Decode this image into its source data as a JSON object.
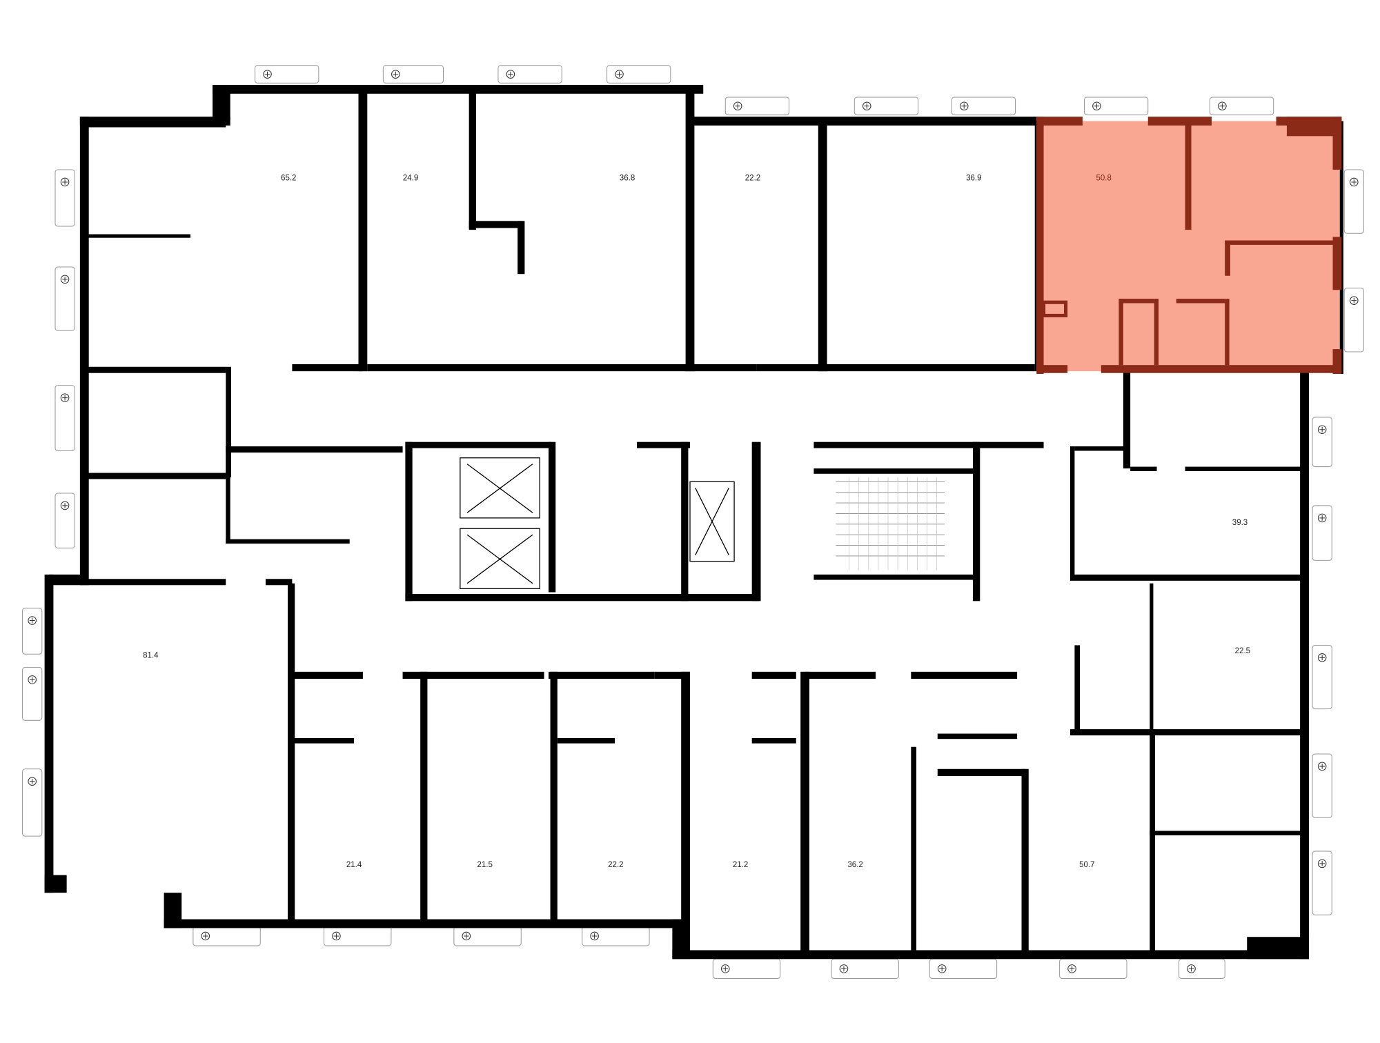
{
  "colors": {
    "highlight_fill": "#f9a793",
    "highlight_wall": "#8b2a16",
    "wall": "#000000"
  },
  "apartments": [
    {
      "id": "apt-65-2",
      "area": "65.2",
      "highlighted": false
    },
    {
      "id": "apt-24-9",
      "area": "24.9",
      "highlighted": false
    },
    {
      "id": "apt-36-8",
      "area": "36.8",
      "highlighted": false
    },
    {
      "id": "apt-22-2-top",
      "area": "22.2",
      "highlighted": false
    },
    {
      "id": "apt-36-9",
      "area": "36.9",
      "highlighted": false
    },
    {
      "id": "apt-50-8",
      "area": "50.8",
      "highlighted": true
    },
    {
      "id": "apt-39-3",
      "area": "39.3",
      "highlighted": false
    },
    {
      "id": "apt-22-5",
      "area": "22.5",
      "highlighted": false
    },
    {
      "id": "apt-81-4",
      "area": "81.4",
      "highlighted": false
    },
    {
      "id": "apt-21-4",
      "area": "21.4",
      "highlighted": false
    },
    {
      "id": "apt-21-5",
      "area": "21.5",
      "highlighted": false
    },
    {
      "id": "apt-22-2-bottom",
      "area": "22.2",
      "highlighted": false
    },
    {
      "id": "apt-21-2",
      "area": "21.2",
      "highlighted": false
    },
    {
      "id": "apt-36-2",
      "area": "36.2",
      "highlighted": false
    },
    {
      "id": "apt-50-7",
      "area": "50.7",
      "highlighted": false
    }
  ],
  "icons": {
    "window": "window-fan-icon",
    "elevator": "elevator-icon",
    "stairs": "stairs-icon"
  }
}
